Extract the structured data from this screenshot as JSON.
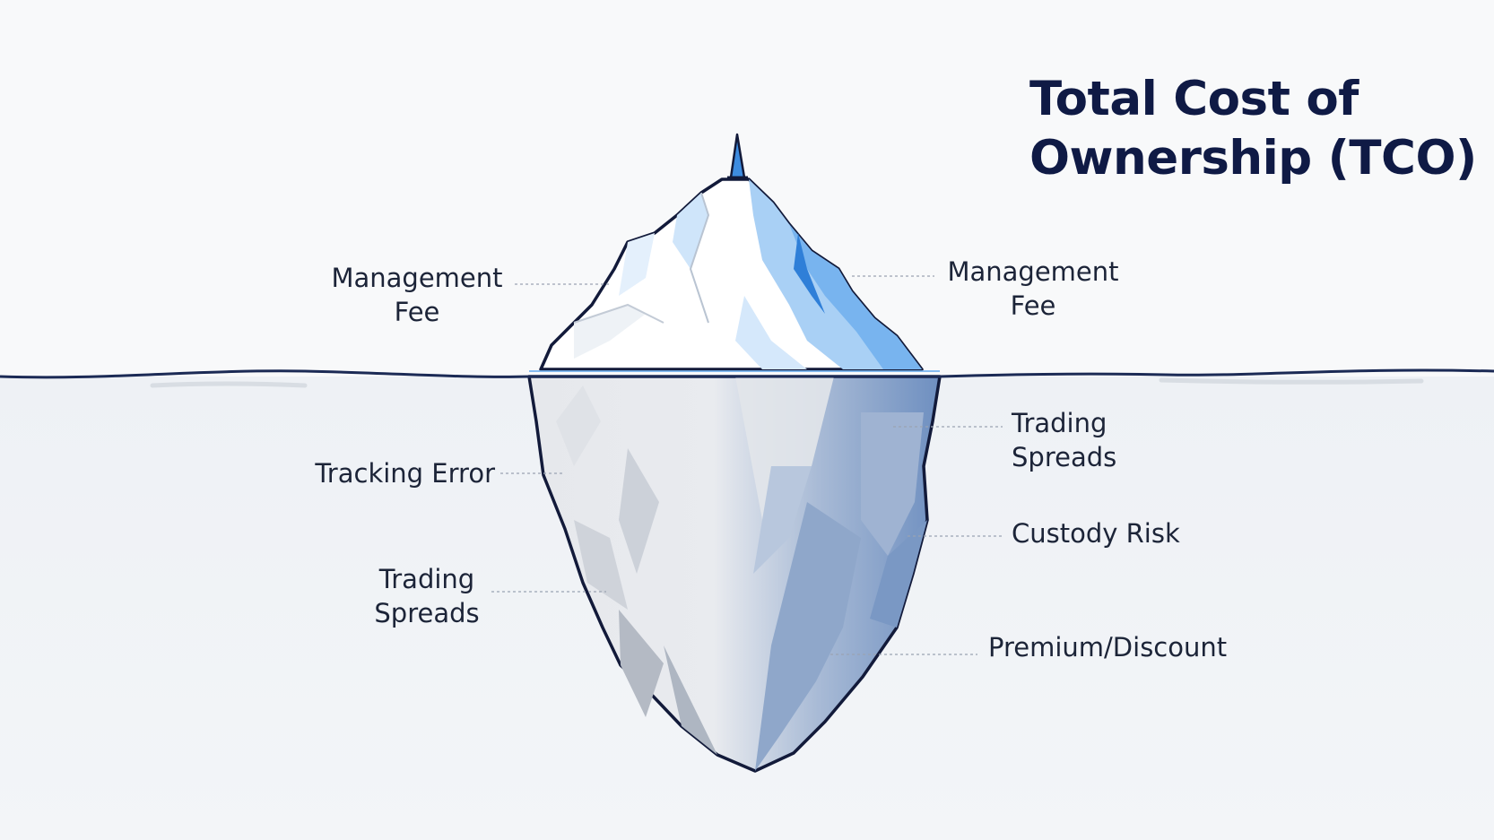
{
  "title": {
    "line1": "Total Cost of",
    "line2": "Ownership (TCO)"
  },
  "labels_above_water": {
    "left": {
      "line1": "Management",
      "line2": "Fee"
    },
    "right": {
      "line1": "Management",
      "line2": "Fee"
    }
  },
  "labels_below_water": {
    "left_1": "Tracking Error",
    "left_2": {
      "line1": "Trading",
      "line2": "Spreads"
    },
    "right_1": {
      "line1": "Trading",
      "line2": "Spreads"
    },
    "right_2": "Custody Risk",
    "right_3": "Premium/Discount"
  },
  "colors": {
    "background": "#f8f9fa",
    "water": "#eef1f5",
    "waterline": "#1b2a55",
    "ice_light": "#ffffff",
    "ice_blue": "#6aaef0",
    "ice_deep_blue": "#2f7fd8",
    "underwater_gray": "#d9dde3",
    "underwater_blue": "#7f9cc6",
    "outline": "#121a3a",
    "title": "#0f1a45",
    "label": "#1c2438",
    "leader": "#9aa3b2"
  }
}
